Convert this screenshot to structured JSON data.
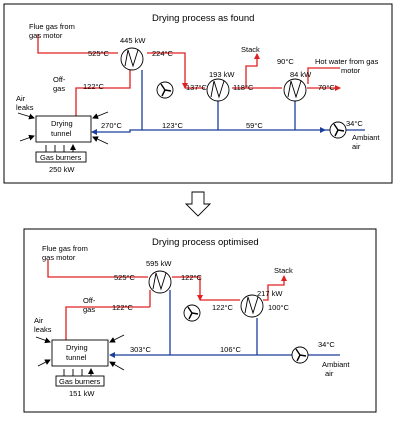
{
  "top": {
    "title": "Drying process as found",
    "flue_gas": [
      "Flue gas from",
      "gas motor"
    ],
    "hx1_power": "445 kW",
    "hx2_power": "193 kW",
    "hx3_power": "84 kW",
    "t_525": "525°C",
    "t_224": "224°C",
    "t_137": "137°C",
    "t_118": "118°C",
    "t_122": "122°C",
    "t_270": "270°C",
    "t_123": "123°C",
    "t_59": "59°C",
    "t_90": "90°C",
    "t_70": "70°C",
    "t_34": "34°C",
    "stack": "Stack",
    "hot_water": [
      "Hot water from gas",
      "motor"
    ],
    "off_gas": [
      "Off-",
      "gas"
    ],
    "air_leaks": [
      "Air",
      "leaks"
    ],
    "drying_tunnel": [
      "Drying",
      "tunnel"
    ],
    "gas_burners": "Gas burners",
    "burner_power": "250 kW",
    "ambiant_air": [
      "Ambiant",
      "air"
    ]
  },
  "bottom": {
    "title": "Drying process optimised",
    "flue_gas": [
      "Flue gas from",
      "gas motor"
    ],
    "hx1_power": "595 kW",
    "hx2_power": "217 kW",
    "t_525": "525°C",
    "t_122a": "122°C",
    "t_122b": "122°C",
    "t_122c": "122°C",
    "t_100": "100°C",
    "t_303": "303°C",
    "t_106": "106°C",
    "t_34": "34°C",
    "stack": "Stack",
    "off_gas": [
      "Off-",
      "gas"
    ],
    "air_leaks": [
      "Air",
      "leaks"
    ],
    "drying_tunnel": [
      "Drying",
      "tunnel"
    ],
    "gas_burners": "Gas burners",
    "burner_power": "151 kW",
    "ambiant_air": [
      "Ambiant",
      "air"
    ]
  },
  "colors": {
    "flue_gas": "#e02020",
    "air": "#1a3e9a"
  },
  "arrow_icon": "down-arrow-icon"
}
